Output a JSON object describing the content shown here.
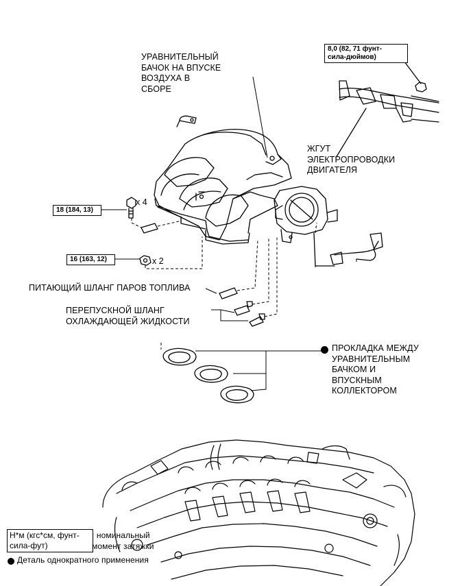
{
  "labels": {
    "plenum": "УРАВНИТЕЛЬНЫЙ\nБАЧОК НА ВПУСКЕ\nВОЗДУХА В\nСБОРЕ",
    "harness": "ЖГУТ\nЭЛЕКТРОПРОВОДКИ\nДВИГАТЕЛЯ",
    "fuel_hose": "ПИТАЮЩИЙ ШЛАНГ ПАРОВ ТОПЛИВА",
    "bypass_hose": "ПЕРЕПУСКНОЙ ШЛАНГ\nОХЛАЖДАЮЩЕЙ ЖИДКОСТИ",
    "gasket": "ПРОКЛАДКА МЕЖДУ\nУРАВНИТЕЛЬНЫМ\nБАЧКОМ И\nВПУСКНЫМ\nКОЛЛЕКТОРОМ"
  },
  "torque": {
    "nut_harness": "8,0 (82, 71 фунт-\nсила-дюймов)",
    "bolt": "18 (184, 13)",
    "nut": "16 (163, 12)"
  },
  "counts": {
    "bolt": "x 4",
    "nut": "x 2"
  },
  "legend": {
    "unit_box": "Н*м (кгс*см, фунт-\nсила-фут)",
    "unit_desc": ": номинальный\nмомент затяжки",
    "single_use": "Деталь однократного применения"
  }
}
